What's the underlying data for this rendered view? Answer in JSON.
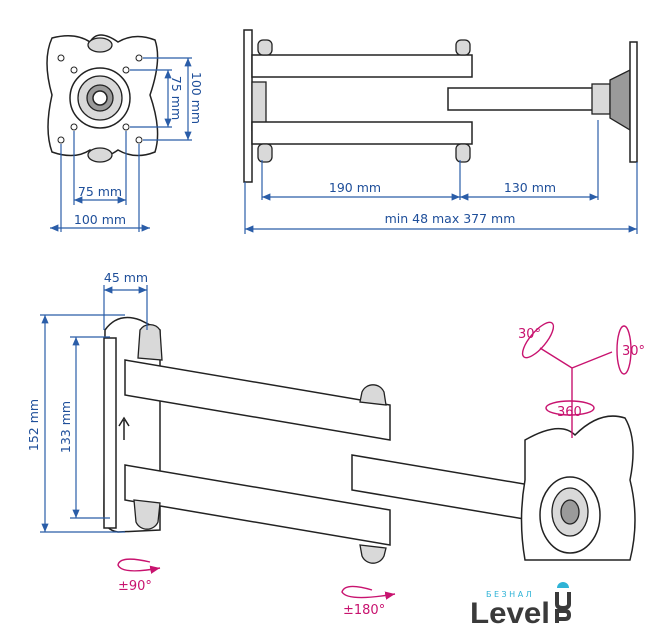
{
  "front_view": {
    "dim_75_vertical": "75 mm",
    "dim_100_vertical": "100 mm",
    "dim_75_horizontal": "75 mm",
    "dim_100_horizontal": "100 mm"
  },
  "side_view": {
    "dim_arm1": "190 mm",
    "dim_arm2": "130 mm",
    "dim_range": "min 48 max 377 mm"
  },
  "perspective_view": {
    "dim_depth": "45 mm",
    "dim_height_total": "152 mm",
    "dim_height_holes": "133 mm",
    "wall_rotation": "±90°",
    "arm_rotation": "±180°",
    "tilt_left": "30°",
    "tilt_right": "30°",
    "swivel": "360"
  },
  "logo": {
    "small_text": "БЕЗНАЛ",
    "main_text": "Level",
    "suffix": "UP"
  },
  "colors": {
    "dimension": "#2a5da8",
    "rotation": "#c8136f",
    "logo_accent": "#2fb3d6",
    "logo_text": "#3a3a3a"
  }
}
